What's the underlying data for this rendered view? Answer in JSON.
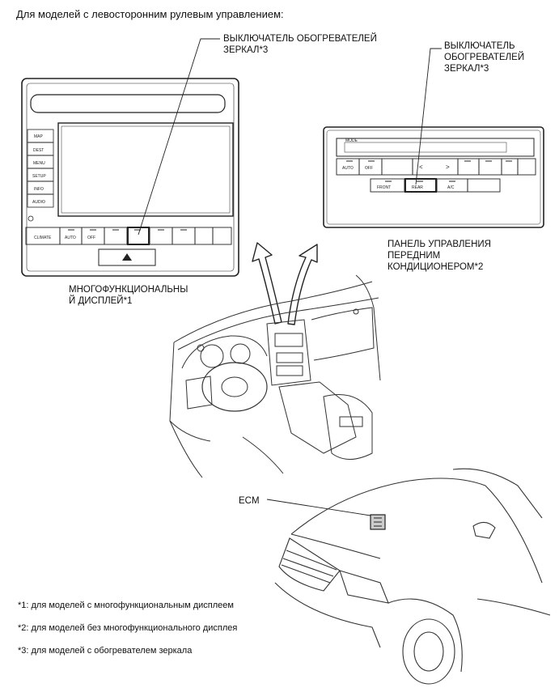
{
  "header": {
    "title": "Для моделей с левосторонним рулевым управлением:"
  },
  "callouts": {
    "mirror_heater_switch_display": "ВЫКЛЮЧАТЕЛЬ ОБОГРЕВАТЕЛЕЙ\nЗЕРКАЛ*3",
    "mirror_heater_switch_panel": "ВЫКЛЮЧАТЕЛЬ\nОБОГРЕВАТЕЛЕЙ\nЗЕРКАЛ*3",
    "front_ac_panel": "ПАНЕЛЬ УПРАВЛЕНИЯ\nПЕРЕДНИМ\nКОНДИЦИОНЕРОМ*2",
    "multi_display": "МНОГОФУНКЦИОНАЛЬНЫ\nЙ ДИСПЛЕЙ*1",
    "ecm": "ECM"
  },
  "display_unit": {
    "side_buttons": [
      "MAP",
      "DEST",
      "MENU",
      "SETUP",
      "INFO",
      "AUDIO"
    ],
    "bottom_buttons": [
      "CLIMATE",
      "AUTO",
      "OFF"
    ],
    "hazard_symbol": "▲"
  },
  "ac_panel": {
    "mode_label": "MODE",
    "auto_label": "AUTO",
    "off_label": "OFF",
    "front_label": "FRONT",
    "rear_label": "REAR",
    "ac_label": "A/C",
    "left_arrow": "<",
    "right_arrow": ">"
  },
  "footnotes": [
    "*1: для моделей с многофункциональным дисплеем",
    "*2: для моделей без многофункционального дисплея",
    "*3: для моделей с обогревателем зеркала"
  ]
}
